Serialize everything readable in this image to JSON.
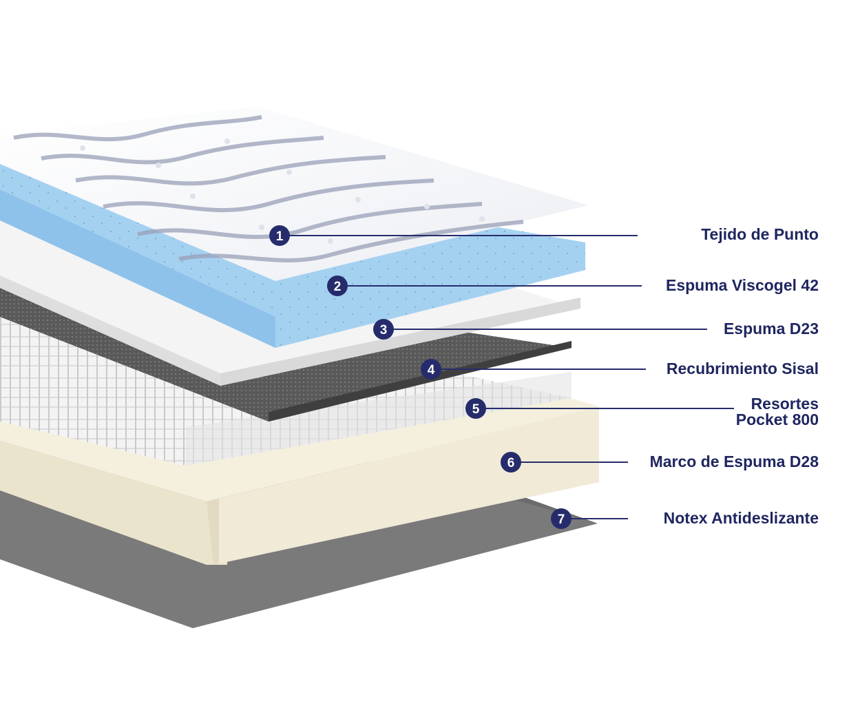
{
  "colors": {
    "accent": "#262c6b",
    "label_text": "#1f2660",
    "knit_fabric": "#f4f5f8",
    "viscogel": "#a9d3f1",
    "foam_d23": "#eeeeee",
    "sisal": "#5a5a5a",
    "springs": "#eeeeee",
    "frame_d28": "#f0ead7",
    "notex": "#7a7a7a"
  },
  "layers": [
    {
      "number": "1",
      "label": "Tejido de Punto"
    },
    {
      "number": "2",
      "label": "Espuma Viscogel 42"
    },
    {
      "number": "3",
      "label": "Espuma D23"
    },
    {
      "number": "4",
      "label": "Recubrimiento Sisal"
    },
    {
      "number": "5",
      "label_line1": "Resortes",
      "label_line2": "Pocket 800"
    },
    {
      "number": "6",
      "label": "Marco de Espuma D28"
    },
    {
      "number": "7",
      "label": "Notex Antideslizante"
    }
  ]
}
